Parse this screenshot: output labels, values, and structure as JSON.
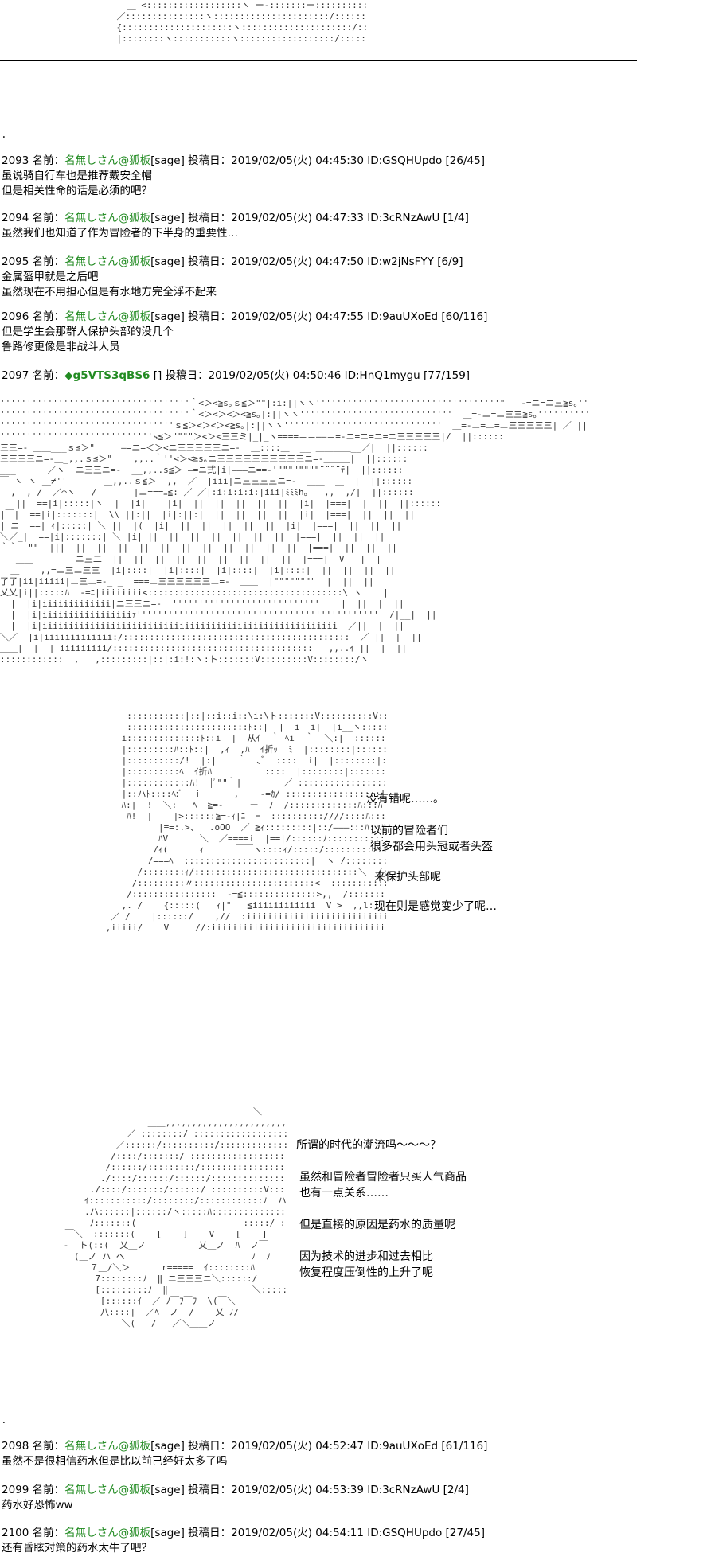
{
  "top_art": "      ＿_<::::::::::::::::::ヽ ー‐:::::::ー:::::::::::ヽ  'ｓ。     ,\n    ／:::::::::::::::ヽ::::::::::::::::::::::/::::::ﾉ|::i        |\n    {:::::::::::::::::::::ヽ:::::::::::::::::::::/::::::/|/ |       ｀|\n    |::::::::ヽ:::::::::::ヽ::::::::::::::::::/:::::/::i  >ｒ､     |",
  "posts": [
    {
      "number": "2093",
      "label": " 名前：",
      "name": "名無しさん@狐板",
      "rest": "[sage] 投稿日：2019/02/05(火) 04:45:30 ID:GSQHUpdo [26/45]",
      "body": [
        "虽说骑自行车也是推荐戴安全帽",
        "但是相关性命的话是必须的吧？"
      ]
    },
    {
      "number": "2094",
      "label": " 名前：",
      "name": "名無しさん@狐板",
      "rest": "[sage] 投稿日：2019/02/05(火) 04:47:33 ID:3cRNzAwU [1/4]",
      "body": [
        "虽然我们也知道了作为冒险者的下半身的重要性…"
      ]
    },
    {
      "number": "2095",
      "label": " 名前：",
      "name": "名無しさん@狐板",
      "rest": "[sage] 投稿日：2019/02/05(火) 04:47:50 ID:w2jNsFYY [6/9]",
      "body": [
        "金属盔甲就是之后吧",
        "虽然现在不用担心但是有水地方完全浮不起来"
      ]
    },
    {
      "number": "2096",
      "label": " 名前：",
      "name": "名無しさん@狐板",
      "rest": "[sage] 投稿日：2019/02/05(火) 04:47:55 ID:9auUXoEd [60/116]",
      "body": [
        "但是学生会那群人保护头部的没几个",
        "鲁路修更像是非战斗人员"
      ]
    }
  ],
  "post_2097": {
    "number": "2097",
    "label": " 名前：",
    "trip": "◆g5VTS3qBS6",
    "rest": " [] 投稿日：2019/02/05(火) 04:50:46 ID:HnQ1mygu [77/159]"
  },
  "scene_art": "''''''''''''''''''''''''''''''''''''｀<＞<≧s｡ｓ≦＞\"\"|:i:||ヽヽ'''''''''''''''''''''''''''''''''''\"   -=ニ=ニ三≧s｡''''''''''''''''''''／ ／''''''\n''''''''''''''''''''''''''''''''''''｀<＞<＞<＞<≧s｡|:||ヽヽ'''''''''''''''''''''''''''''  ＿=‐ニ=ニ三三≧s｡''''''''''''''''／ /''''''\n'''''''''''''''''''''''''''''''''ｓ≦＞<＞<＞<≧s｡|:||ヽヽ''''''''''''''''''''''''''''''  ＿=‐ニ=ニ=ニ三三三三三| ／ ||'''''''\n'''''''''''''''''''''''''''''s≦＞\"\"\"\"＞<＞<三三ミ|_|_ヽ====＝＝――＝=‐ニ=ニ=ニ=ニ三三三三三|/  ||::::::\n三三=- ＿＿___ｓ≦＞\"     ―=ニ=＜＞<ニ三三三三三ニ=-  ＿::::＿  __ ＿＿＿＿__／|  ||::::::\n三三三三ニ=-＿_,,.ｓ≦＞\"    ,,..｀''<＞<≧s｡ニ三三三三三三三三三三ニ=-＿＿＿|  ||::::::\n___      ／ヽ  ニ三三ニ=-  __,,..s≦＞ ―=ニ弍|i|―――ニ==‐'\"\"\"\"\"\"\"\"¨¨¨¨ﾃ|  ||::::::\n￣ ヽ ヽ ＿≠'' ___   ＿,,..ｓ≦＞  ,,  ／  |iii|ニ三三三三ニ=-  ＿＿  ＿__|  ||::::::\n  ,  , /  ／⌒ヽ   /   ____|ニ===ﾆ≦: ／ ／|:i:i:i:i:|iii|ﾐﾐﾐh｡   ,,  ,/|  ||::::::\n   ||  ==|i|:::::|ヽ  |  |i|    |i|  ||  ||  ||  ||  ||  |i|  |===|  |  ||  ||::::::\n|￣|  ==|i|:::::::|  \\\\ ||:||  |i|:||:|  ||  ||  ||  ||  |i|  |===|  ||  ||  ||\n| ニ  ==| ｨ|:::::| ＼ ||  |(  |i|  ||  ||  ||  ||  ||  |i|  |===|  ||  ||  ||\n＼／_|  ==|i|:::::::| ＼ |i| ||  ||  ||  ||  ||  ||  ||  |===|  ||  ||  ||\n｀｀  \"\"  |||  ||  ||  ||  ||  ||  ||  ||  ||  ||  ||  ||  |===|  ||  ||  ||\n   ＿＿        ニ三二  ||  ||  ||  ||  ||  ||  ||  ||  ||  |===|  V   |  |\n  ＿    ,,=ニ三ニ三三  |i|::::|  |i|::::|  |i|::::|  |i|::::|  ||  ||  ||  ||\n了了|ii|iiiii|ニ三ニ=-_ _  ===ニ三三三三三三ニ=-  ＿＿  |\"\"\"\"\"\"\"\"  |  ||  ||\n乂乂|i||:::::ﾊ  -=ﾆ|iiiiiiii<:::::::::::::::::::::::::::::::::::::\\ ヽ    |\n  |  |i|iiiiiiiiiiiii|ニ三三ニ=-  ''''''''''''''''''''''''''''    |  ||  |  ||\n  |  |i|iiiiiiiiiiiiiiiiiｧ''''''''''''''''''''''''''''''''''''''''''''''  /|__|  ||\n  |  |i|iiiiiiiiiiiiiiiiiiiiiiiiiiiiiiiiiiiiiiiiiiiiiiiiiiiiiiii  ／||  |  ||\n＼／  |i|iiiiiiiiiiiii:/:::::::::::::::::::::::::::::::::::::::::::  ／ ||  |  ||\n＿＿|__|__|_iiiiiiiii/::::::::::::::::::::::::::::::::::::::  _,,..ｲ ||  |  ||\n::::::::::::  ,   ,:::::::::|::|:i:!:ヽ:ト:::::::V:::::::::V::::::::/ヽ",
  "figure_art": "                  :::::::::::|::|::i::i::\\i:\\ト:::::::V::::::::::V:::::ﾊ\n                  :::::::::::::::::::::::ﾄ::|  |  i  i|  |i__ヽ::::::::::::::::::::::::\n                 i::::::::::::::ﾄ::i  |  从ｲ  ｀ ﾍi  ｀  ＼:|  ::::::::|:::::::\n                 |:::::::::ﾊ::ﾄ::|  ,ｨ  ,ﾊ  ｲ折ｯ  ﾐ  |::::::::|:::::::\n                 |::::::::::/!  |:|    ｀  ､ﾞ  ::::  i|  |::::::::|:::::::\n                 |::::::::::ﾍ  ｲ折ﾊ          ::::  |::::::::|:::::::\n                 |::::::::::::ﾊ!  |ﾟ\"\"｀|        ／ :::::::::::::::::i:::ﾊ\n                 |::ハﾄ::::ﾍ:ﾞ  ｉ      ,    -=ｶ/ ::::::::::::::::::|:::ﾊ\n                 ﾊ:|  !  ＼:   ﾍ  ≧=-     ー  ﾉ  /:::::::::::::ﾊ:::ﾊ\n                  ﾊ!  |    |>::::::≧=-ｨ|ﾆ  ｰ  ::::::::::////::::ﾊ:::ﾊ\n                        |≡=:.>、  .oOO  ／ ≧ｨ:::::::::|::/―――:::ﾊ::ﾊ\n                        ﾊV      ＼  ／====i  |==|/::::::ﾉ:::::::::::::/  ::::|::.\n                       /ｨ(      ｨ      ￣￣ヽ::::ｨ/:::::/:::::::::::::::ﾊ::ﾍ\n                      /===ﾍ  ::::::::::::::::::::::::|  ヽ /:::::::::::/:::::::::::::::::ﾍ::\n                    /::::::::ｨ/:::::::::::::::::::::::::::::::＼  /:::::::::::::::::::::::::::::::ﾍ\n                   /:::::::::〃:::::::::::::::::::::::<  :::::::::::::::::::::::::::::::::::|::ﾊ\n                  /::::::::::::::::  -=≦::::::::::::::>,,  /::::::::::::::::::::::::::i:::ﾊ\n                 ,. /    {:::::(   ｨ|\"   ≦iiiiiiiiiiii  V >  ,,l:::::::::::::::::::::≧=-=-:: ﾊ\n               ／ /    |::::::/    ,//  :iiiiiiiiiiiiiiiiiiiiiiiiiiiiiiiiiii  ::::::::::::::::::::::::::::::::::::  ::::::::::::ﾊ\n              ,iiiii/    V     //:iiiiiiiiiiiiiiiiiiiiiiiiiiiiiiiiii∧≧-:::::::::::::::::::  ﾐ:::.  ﾊ",
  "dialog_1": [
    "没有错呢……。",
    "以前的冒险者们",
    "很多都会用头冠或者头盔",
    "来保护头部呢",
    "现在则是感觉变少了呢…"
  ],
  "chibi_art": "                                             ＼\n                         ＿＿,,,,,,,,,,,,,,,,,,,,,,,,<)\n                     ／ ::::::::/ :::::::::::::::::::::ヽ\n                   ／::::::/::::::::::/::::::::::::::::::::::V:::::::\\\n                  /::::/:::::::/ ::::::::::::::::::::::::::::V:::::::::\\\n                 /::::::/:::::::::/:::::::::::::::::::::::::::::V::::::::::\\\n                ./::::/::::::/::::::/:::::::::::::::V:::::::::ﾊ:::::::::::::ﾊ\n              ./::::/:::::::/::::::/ ::::::::::V:::::::V:::::::ﾊ:::::::::::ﾊ\n             ｲ:::::::::::/::::::::/::::::::::::ﾉ  ハ  ::::ﾊ:::::::::::::ﾊ\n             .ハ::::::|::::::/ヽ:::::ﾊ:::::::::::::::/ ::::/  ::::::｀ﾍ::::::ﾊ\n              ﾉ:::::::( ＿ ＿＿ ＿＿  ＿＿＿  :::::/ ::::::/ヽ\n    ＿＿  ￣＼  :::::::(    [    ]    V    [    ]    /::::::/  >\n         ‐  ト(::(  乂＿ノ          乂＿ノ  ﾊ  ノ￣\n           (＿ノ ハ ヘ                        ﾉ  ﾉ\n              ７＿/＼＞      r=====  ｲ::::::::ﾊ\n               7::::::::ﾉ  ‖ ニ三三三ニ＼::::::/￣\n               [:::::::::ﾉ  ‖                ＼::::::＼\n                [::::::ｲ  ／ ﾉ￣ﾌ￣ﾌ  \\(￣＼\n                八::::|  ／ﾍ  ノ  /    乂 ﾉ/\n                    ＼(   /   ／＼＿＿ノ",
  "dialog_2": [
    "所谓的时代的潮流吗～～～？",
    "虽然和冒险者冒险者只买人气商品",
    "也有一点关系……",
    "但是直接的原因是药水的质量呢",
    "因为技术的进步和过去相比",
    "恢复程度压倒性的上升了呢"
  ],
  "posts_bottom": [
    {
      "number": "2098",
      "label": " 名前：",
      "name": "名無しさん@狐板",
      "rest": "[sage] 投稿日：2019/02/05(火) 04:52:47 ID:9auUXoEd [61/116]",
      "body": [
        "虽然不是很相信药水但是比以前已经好太多了吗"
      ]
    },
    {
      "number": "2099",
      "label": " 名前：",
      "name": "名無しさん@狐板",
      "rest": "[sage] 投稿日：2019/02/05(火) 04:53:39 ID:3cRNzAwU [2/4]",
      "body": [
        "药水好恐怖ww"
      ]
    },
    {
      "number": "2100",
      "label": " 名前：",
      "name": "名無しさん@狐板",
      "rest": "[sage] 投稿日：2019/02/05(火) 04:54:11 ID:GSQHUpdo [27/45]",
      "body": [
        "还有昏眩对策的药水太牛了吧？"
      ]
    }
  ],
  "dots": [
    "．",
    "．"
  ],
  "colors": {
    "name": "#228b22",
    "text": "#000000",
    "art": "#333333"
  }
}
